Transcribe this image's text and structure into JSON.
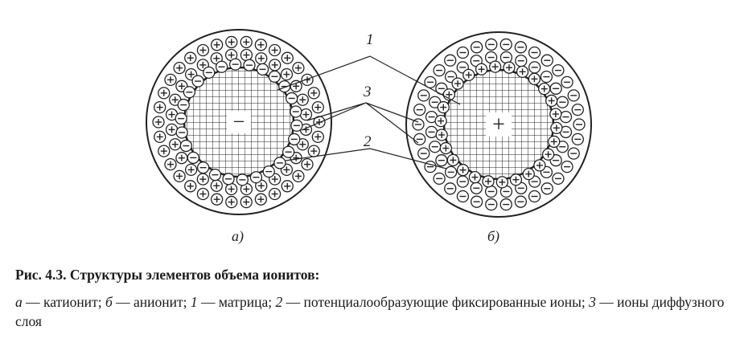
{
  "figure": {
    "panel_a": {
      "label": "а)",
      "center_sign": "−",
      "outer_ion": "+",
      "ring_ion": "−"
    },
    "panel_b": {
      "label": "б)",
      "center_sign": "+",
      "outer_ion": "−",
      "ring_ion": "+"
    },
    "callouts": [
      "1",
      "3",
      "2"
    ]
  },
  "caption": {
    "title": "Рис. 4.3. Структуры элементов объема ионитов:",
    "items": [
      {
        "key": "а",
        "text": " — катионит; "
      },
      {
        "key": "б",
        "text": " — анионит; "
      },
      {
        "key": "1",
        "text": " — матрица; "
      },
      {
        "key": "2",
        "text": " — потенциалообразующие фиксированные ионы; "
      },
      {
        "key": "3",
        "text": " — ионы диффузного слоя"
      }
    ]
  }
}
